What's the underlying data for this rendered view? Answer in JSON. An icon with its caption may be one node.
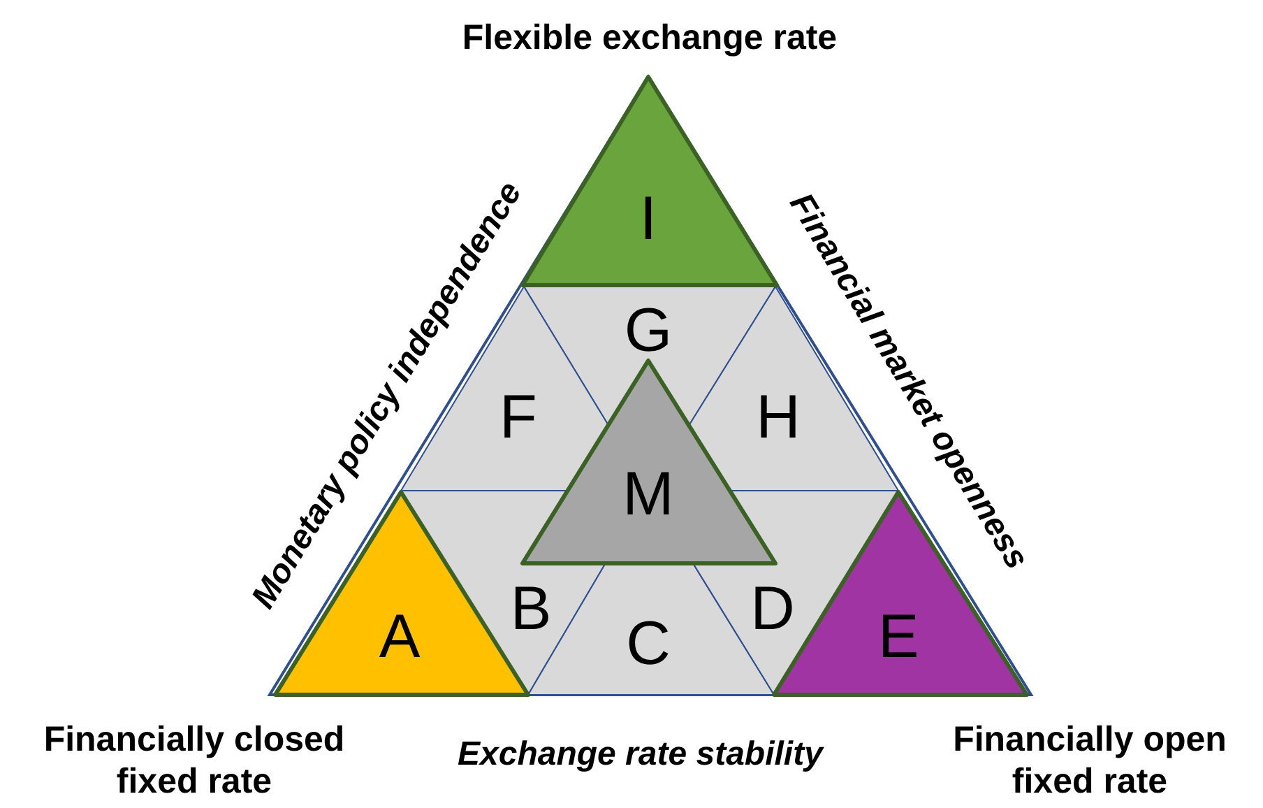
{
  "diagram": {
    "nodes": [
      {
        "text": [
          "I"
        ],
        "beside": [
          "Flexible exchange rate"
        ]
      },
      {
        "text": [
          "G"
        ]
      },
      {
        "text": [
          "F"
        ]
      },
      {
        "text": [
          "H"
        ]
      },
      {
        "text": [
          "M"
        ]
      },
      {
        "text": [
          "A"
        ],
        "beside": [
          "Financially closed fixed rate"
        ]
      },
      {
        "text": [
          "B"
        ]
      },
      {
        "text": [
          "C"
        ]
      },
      {
        "text": [
          "D"
        ]
      },
      {
        "text": [
          "E"
        ],
        "beside": [
          "Financially open fixed rate"
        ]
      }
    ],
    "labels": [
      "Monetary policy independence",
      "Financial market openness",
      "Exchange rate stability"
    ]
  }
}
